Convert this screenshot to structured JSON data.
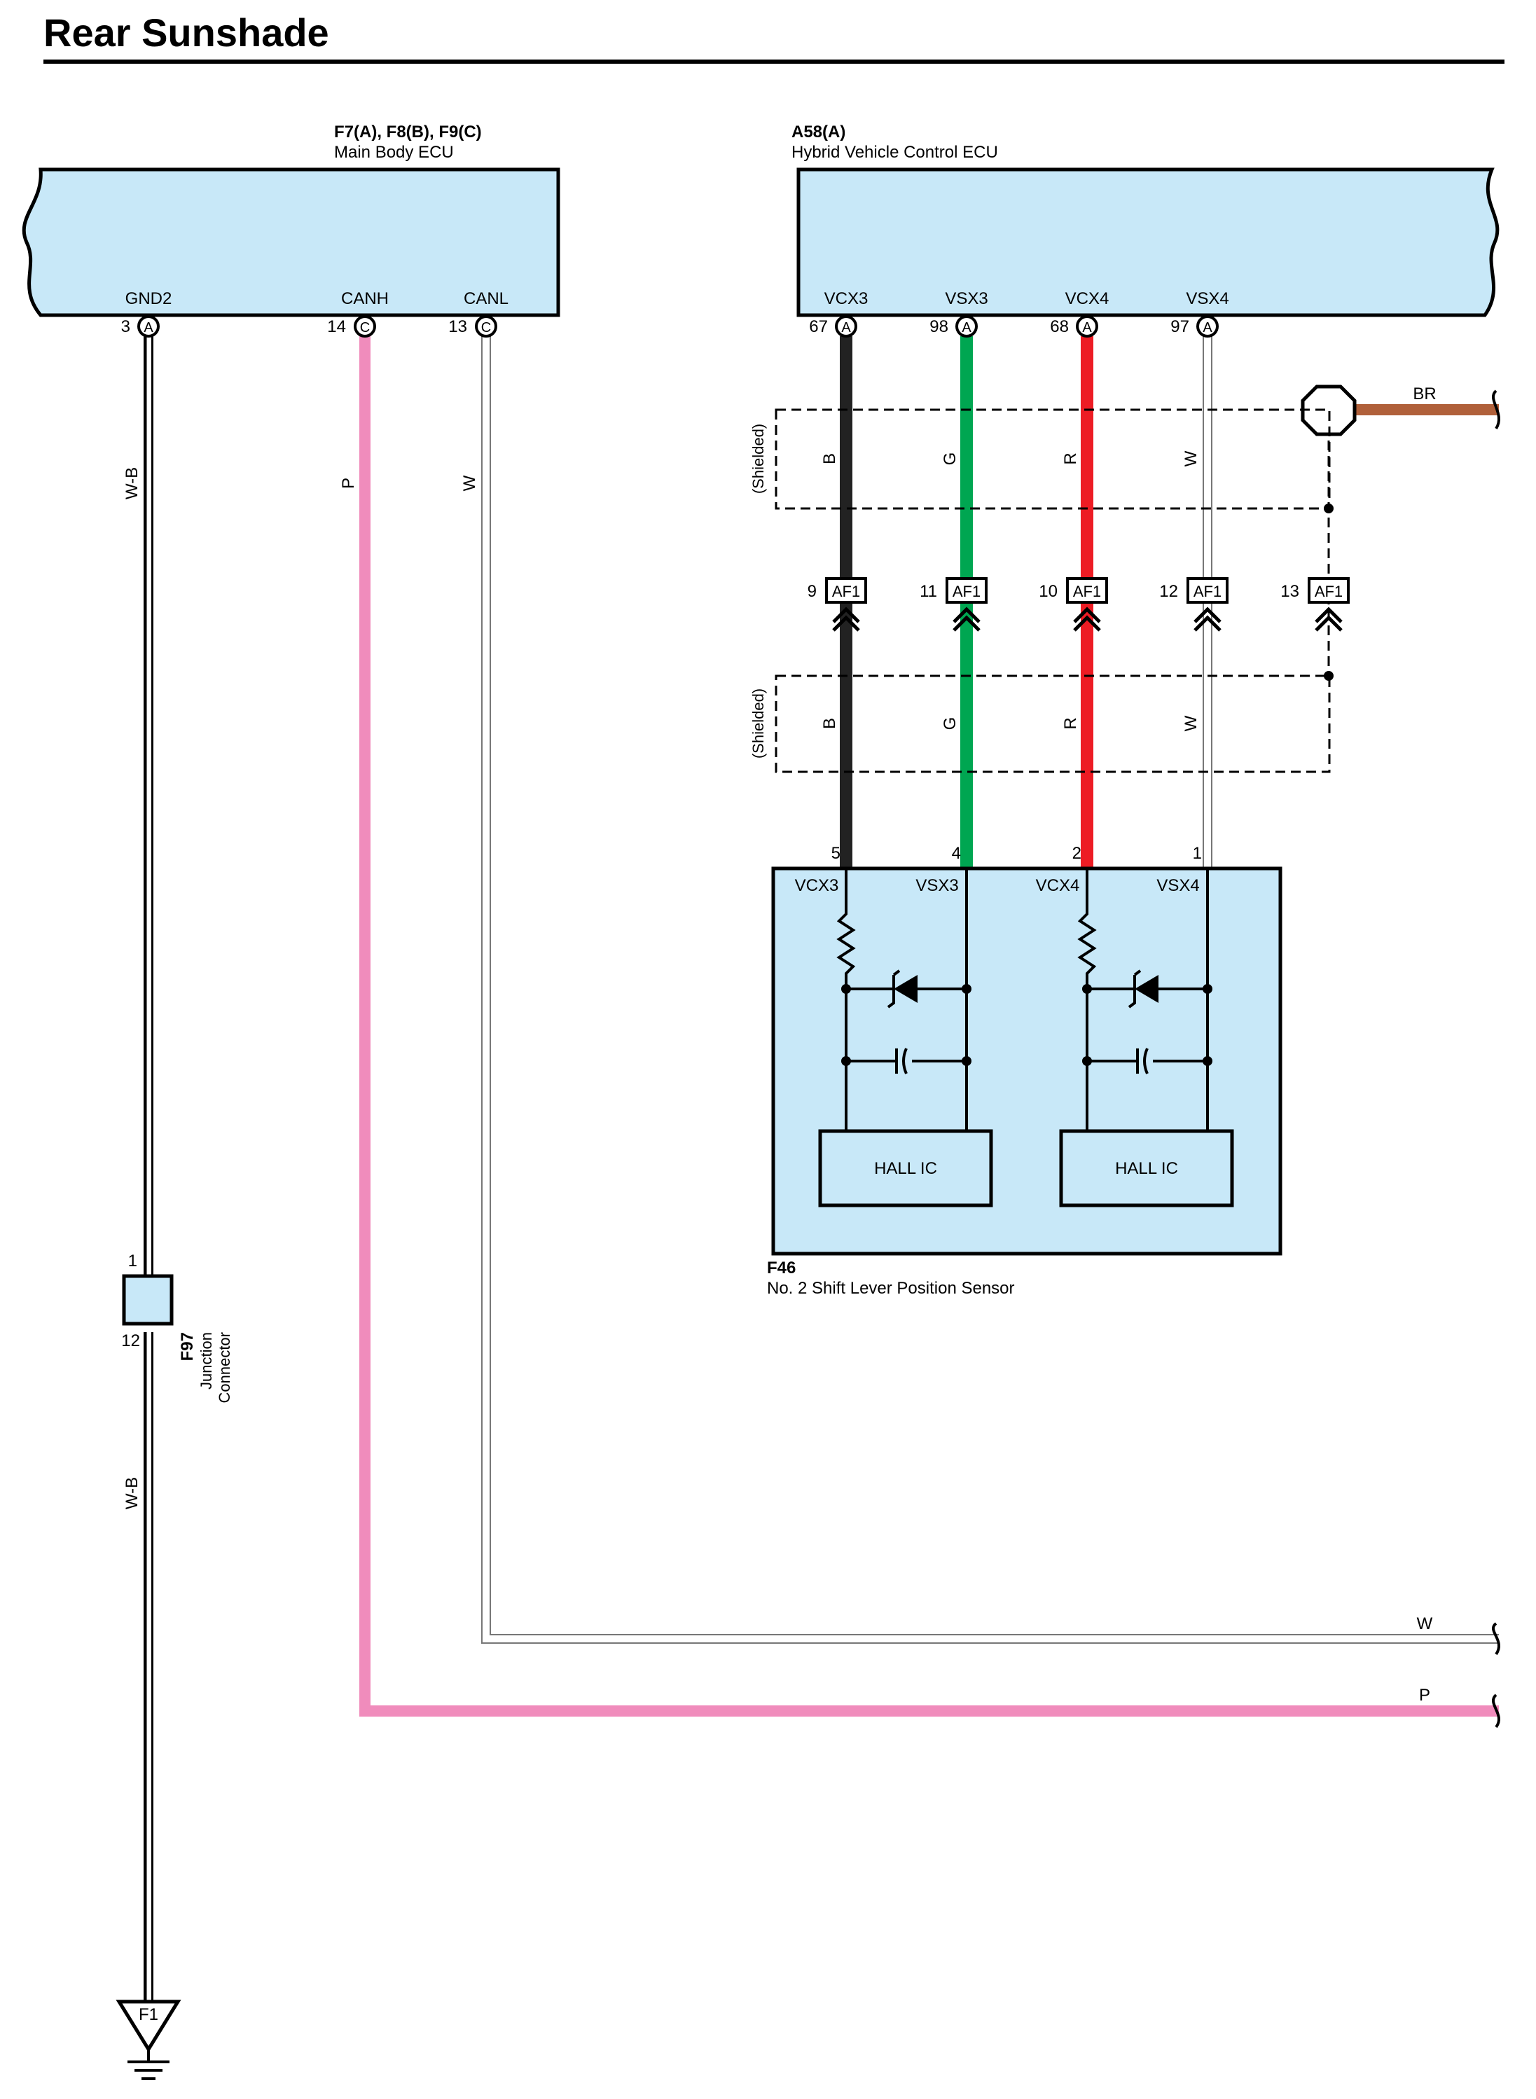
{
  "title": "Rear Sunshade",
  "colors": {
    "ecu_fill": "#c8e8f8",
    "wire_black": "#222222",
    "wire_green": "#00a651",
    "wire_red": "#ed1c24",
    "wire_pink": "#f08cbc",
    "wire_brown": "#b0603a",
    "wire_white": "#ffffff",
    "outline": "#000000"
  },
  "main_body_ecu": {
    "code": "F7(A), F8(B), F9(C)",
    "name": "Main Body ECU",
    "terminals": [
      {
        "name": "GND2",
        "pin": "3",
        "conn": "A"
      },
      {
        "name": "CANH",
        "pin": "14",
        "conn": "C"
      },
      {
        "name": "CANL",
        "pin": "13",
        "conn": "C"
      }
    ]
  },
  "hv_ecu": {
    "code": "A58(A)",
    "name": "Hybrid Vehicle Control ECU",
    "terminals": [
      {
        "name": "VCX3",
        "pin": "67",
        "conn": "A"
      },
      {
        "name": "VSX3",
        "pin": "98",
        "conn": "A"
      },
      {
        "name": "VCX4",
        "pin": "68",
        "conn": "A"
      },
      {
        "name": "VSX4",
        "pin": "97",
        "conn": "A"
      }
    ]
  },
  "wires": {
    "gnd_upper": "W-B",
    "gnd_lower": "W-B",
    "canh": "P",
    "canl": "W",
    "canl_end": "W",
    "canh_end": "P",
    "shield_ground": "BR"
  },
  "shield_upper": {
    "label": "(Shielded)",
    "wires": [
      "B",
      "G",
      "R",
      "W"
    ]
  },
  "shield_lower": {
    "label": "(Shielded)",
    "wires": [
      "B",
      "G",
      "R",
      "W"
    ]
  },
  "af1_connectors": [
    {
      "pin": "9",
      "code": "AF1"
    },
    {
      "pin": "11",
      "code": "AF1"
    },
    {
      "pin": "10",
      "code": "AF1"
    },
    {
      "pin": "12",
      "code": "AF1"
    },
    {
      "pin": "13",
      "code": "AF1"
    }
  ],
  "sensor": {
    "code": "F46",
    "name": "No.  2 Shift Lever Position Sensor",
    "pins": [
      "5",
      "4",
      "2",
      "1"
    ],
    "terminals": [
      "VCX3",
      "VSX3",
      "VCX4",
      "VSX4"
    ],
    "hall_ic": [
      "HALL IC",
      "HALL IC"
    ]
  },
  "junction": {
    "code": "F97",
    "name_line1": "Junction",
    "name_line2": "Connector",
    "pin_top": "1",
    "pin_bottom": "12"
  },
  "ground": {
    "label": "F1"
  }
}
